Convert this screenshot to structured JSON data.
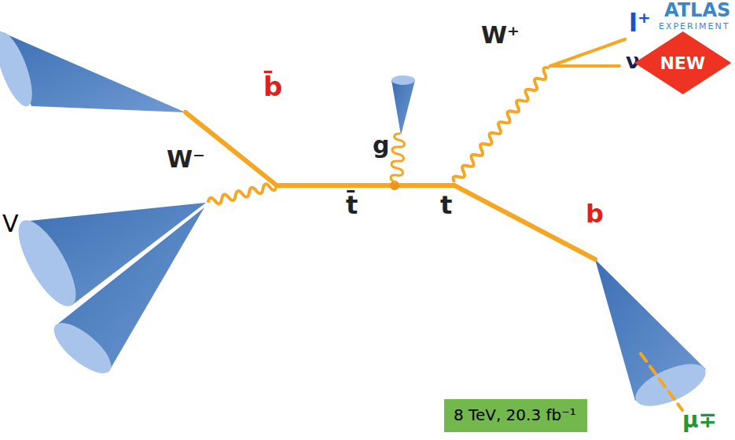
{
  "diagram": {
    "nodes": [
      {
        "text": [
          "NEW"
        ]
      },
      {
        "text": [
          "8 TeV, 20.3 fb⁻¹"
        ]
      }
    ],
    "labels": [
      "ATLAS",
      "EXPERIMENT",
      "b̄",
      "W⁻",
      "t̄",
      "g",
      "t",
      "W⁺",
      "l⁺",
      "ν",
      "b",
      "μ∓",
      "V"
    ]
  }
}
